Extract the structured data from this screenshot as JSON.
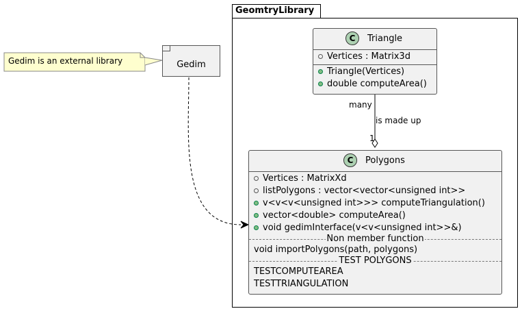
{
  "package": {
    "title": "GeomtryLibrary"
  },
  "external": {
    "frame_label": "Gedim",
    "note": "Gedim is an external library"
  },
  "triangle": {
    "stereotype": "C",
    "name": "Triangle",
    "attributes": [
      "Vertices : Matrix3d"
    ],
    "methods": [
      "Triangle(Vertices)",
      "double computeArea()"
    ]
  },
  "polygons": {
    "stereotype": "C",
    "name": "Polygons",
    "members": [
      "Vertices : MatrixXd",
      "listPolygons : vector<vector<unsigned int>>",
      "v<v<v<unsigned int>>> computeTriangulation()",
      "vector<double> computeArea()",
      "void gedimInterface(v<v<unsigned int>>&)"
    ],
    "section1_title": "Non member function",
    "section1_items": [
      "void importPolygons(path, polygons)"
    ],
    "section2_title": "TEST POLYGONS",
    "section2_items": [
      "TESTCOMPUTEAREA",
      "TESTTRIANGULATION"
    ]
  },
  "relation": {
    "label": "is made up",
    "source_mult": "many",
    "target_mult": "1"
  },
  "colors": {
    "class_fill": "#f1f1f1",
    "badge_fill": "#add1b2",
    "note_fill": "#fefece",
    "public_dot": "#84be84"
  }
}
